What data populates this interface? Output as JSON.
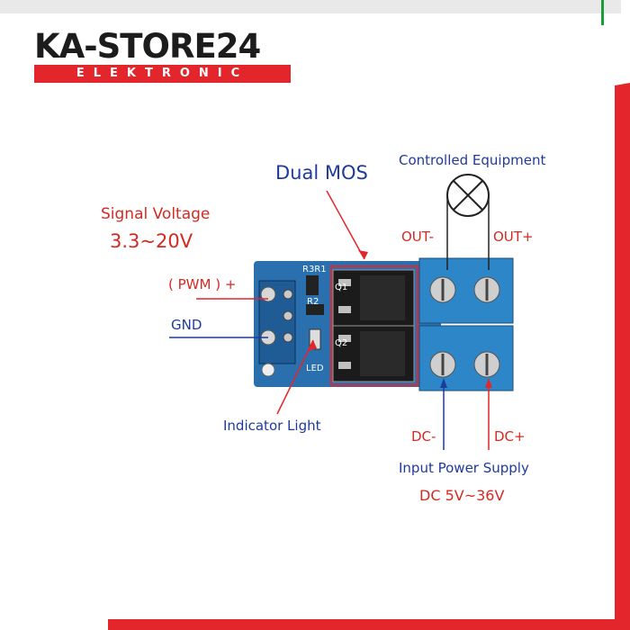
{
  "logo": {
    "title": "KA-STORE24",
    "subtitle": "ELEKTRONIC"
  },
  "labels": {
    "dual_mos": "Dual MOS",
    "controlled_equipment": "Controlled Equipment",
    "signal_voltage": "Signal Voltage",
    "signal_range": "3.3~20V",
    "pwm": "( PWM ) +",
    "gnd": "GND",
    "out_minus": "OUT-",
    "out_plus": "OUT+",
    "indicator_light": "Indicator Light",
    "dc_minus": "DC-",
    "dc_plus": "DC+",
    "input_power_supply": "Input Power Supply",
    "dc_range": "DC 5V~36V"
  },
  "silkscreen": {
    "r3r1": "R3R1",
    "r2": "R2",
    "q1": "Q1",
    "q2": "Q2",
    "led": "LED"
  },
  "colors": {
    "accent_red": "#e3262b",
    "label_red": "#d42a22",
    "label_blue": "#1f3b9a",
    "pcb_blue": "#2a6fae",
    "terminal_blue": "#2d86c8"
  }
}
